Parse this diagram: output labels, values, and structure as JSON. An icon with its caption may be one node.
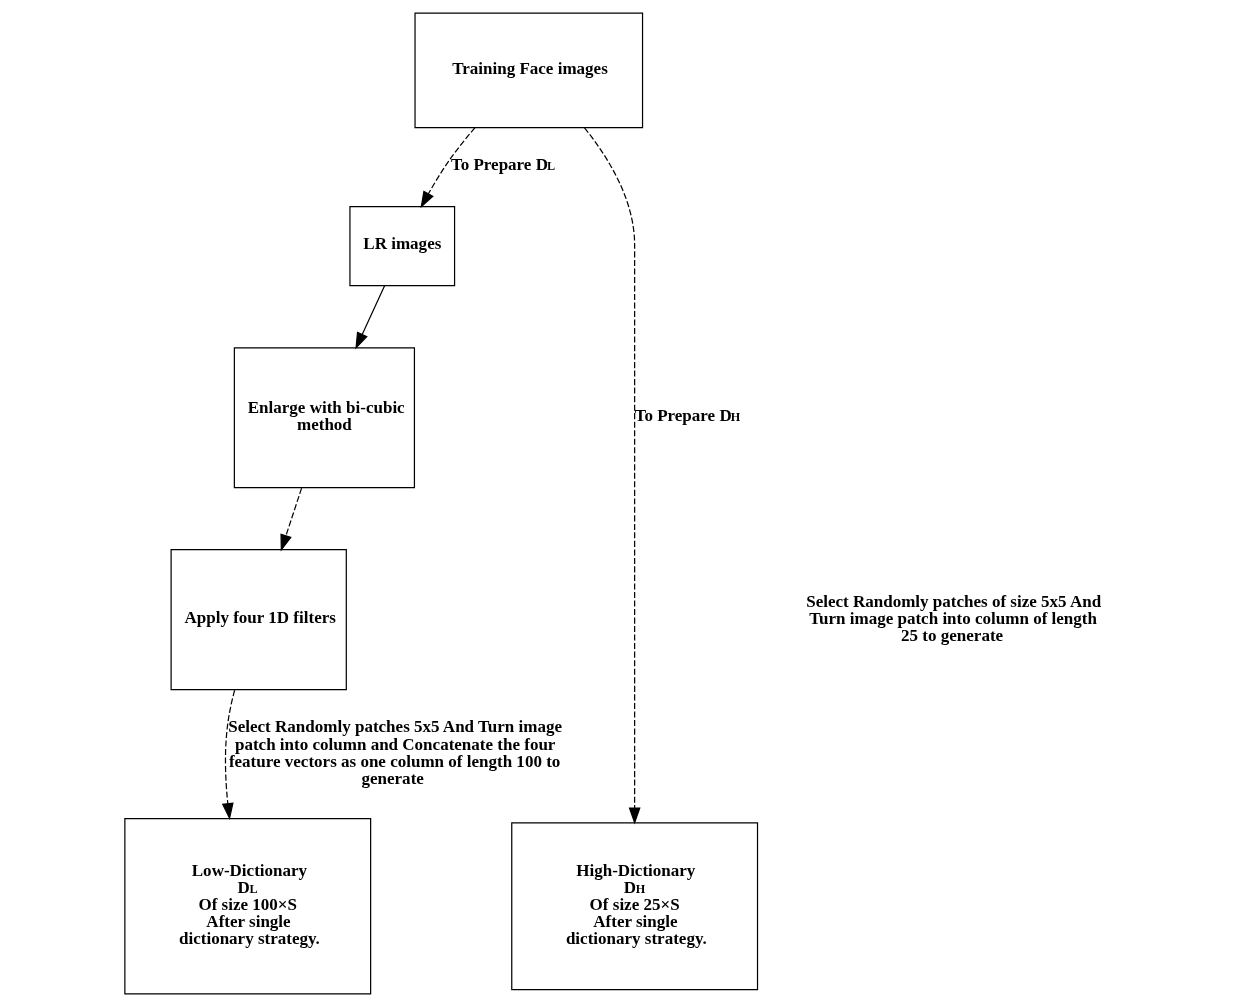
{
  "diagram": {
    "nodes": [
      {
        "text": [
          "Training Face images"
        ]
      },
      {
        "text": [
          "LR images"
        ]
      },
      {
        "text": [
          "Enlarge with bi-cubic method"
        ]
      },
      {
        "text": [
          "Apply four 1D filters"
        ]
      },
      {
        "text": [
          "Low-Dictionary",
          "D$_{L}$",
          "Of size 100×S",
          "After single dictionary strategy."
        ]
      },
      {
        "text": [
          "High-Dictionary",
          "D$_{H}$",
          "Of size 25×S",
          "After single dictionary strategy."
        ]
      }
    ],
    "edges": [
      {
        "from": 0,
        "to": 1,
        "arrow": "to",
        "style": "dashed",
        "label": "To Prepare D$_{L}$"
      },
      {
        "from": 0,
        "to": 5,
        "arrow": "to",
        "style": "dashed",
        "label": "To Prepare D$_{H}$"
      },
      {
        "from": 1,
        "to": 2,
        "arrow": "to"
      },
      {
        "from": 2,
        "to": 3,
        "arrow": "to",
        "style": "dashed"
      },
      {
        "from": 3,
        "to": 4,
        "arrow": "to",
        "style": "dashed",
        "label": "Select Randomly patches 5x5 And Turn image patch into column and Concatenate the four feature vectors as one column of length 100 to generate"
      }
    ],
    "labels": [
      "Select Randomly patches of size 5x5 And Turn image patch into column of length 25 to generate"
    ]
  }
}
